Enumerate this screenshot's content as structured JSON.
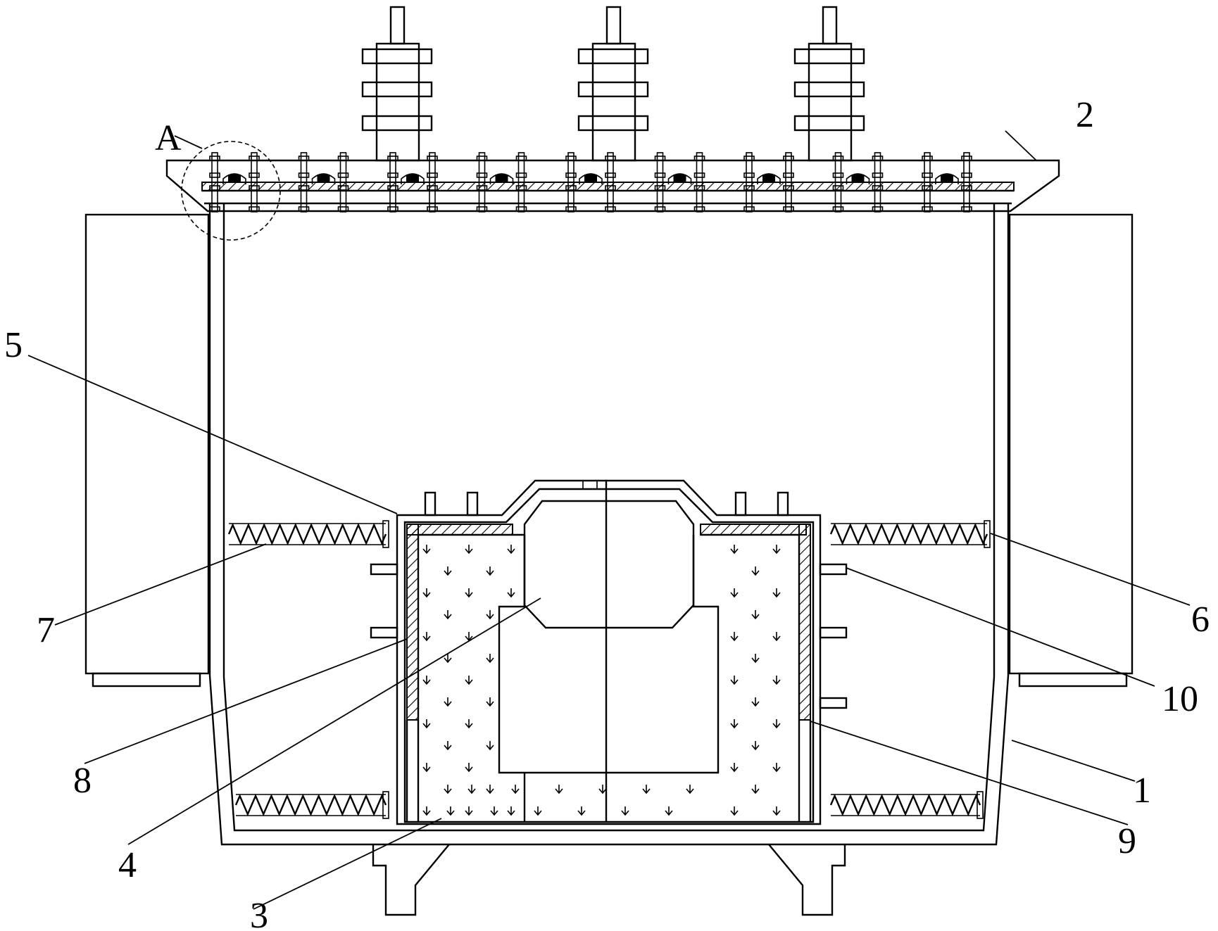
{
  "figure": {
    "callouts": [
      {
        "id": "A"
      },
      {
        "id": "1"
      },
      {
        "id": "2"
      },
      {
        "id": "3"
      },
      {
        "id": "4"
      },
      {
        "id": "5"
      },
      {
        "id": "6"
      },
      {
        "id": "7"
      },
      {
        "id": "8"
      },
      {
        "id": "9"
      },
      {
        "id": "10"
      }
    ]
  }
}
